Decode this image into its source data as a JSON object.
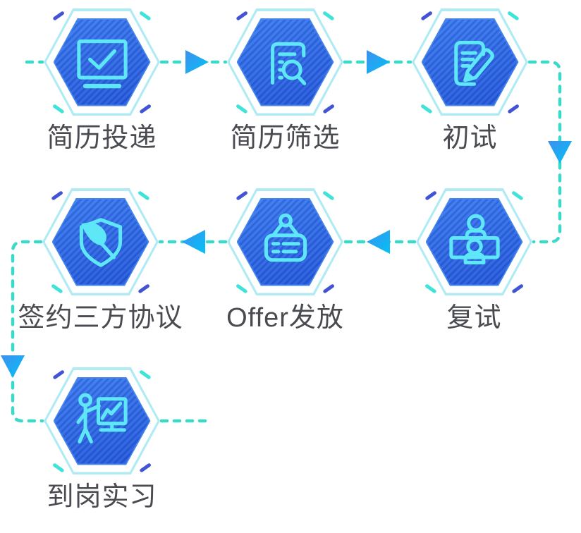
{
  "diagram": {
    "steps": [
      {
        "label": "简历投递",
        "icon": "monitor-check-icon"
      },
      {
        "label": "简历筛选",
        "icon": "resume-screening-icon"
      },
      {
        "label": "初试",
        "icon": "written-test-icon"
      },
      {
        "label": "复试",
        "icon": "interview-people-icon"
      },
      {
        "label": "Offer发放",
        "icon": "offer-sign-icon"
      },
      {
        "label": "签约三方协议",
        "icon": "agreement-shield-icon"
      },
      {
        "label": "到岗实习",
        "icon": "presentation-board-icon"
      }
    ]
  },
  "colors": {
    "background": "#ffffff",
    "connector_dash": "#3cd9c9",
    "arrow_gradient_start": "#3f8ff0",
    "arrow_gradient_end": "#00c3f4",
    "hexagon_fill_top": "#3c7df2",
    "hexagon_fill_bottom": "#2458dc",
    "hexagon_inner_edge": "#4585ec",
    "hexagon_ring": "#b0ebf4",
    "icon_stroke": "#5ee7f6",
    "label_text": "#4a4b50",
    "corner_dash_indigo": "#4254d4",
    "corner_dash_cyan": "#3fe3d8"
  }
}
